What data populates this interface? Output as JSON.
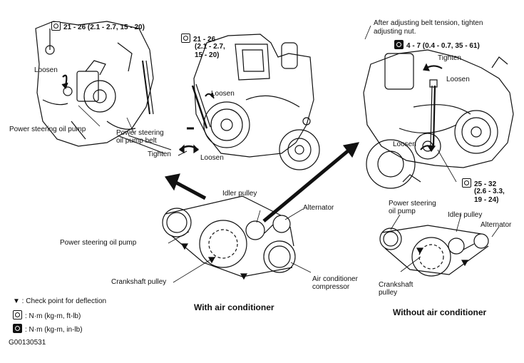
{
  "top_left": {
    "torque": "21 - 26 (2.1 - 2.7, 15 - 20)",
    "loosen": "Loosen",
    "ps_pump": "Power steering oil pump",
    "ps_belt_line1": "Power steering",
    "ps_belt_line2": "oil pump belt",
    "tighten": "Tighten"
  },
  "top_middle": {
    "torque_line1": "21 - 26",
    "torque_line2": "(2.1 - 2.7,",
    "torque_line3": "15 - 20)",
    "loosen_upper": "Loosen",
    "loosen_lower": "Loosen"
  },
  "top_right": {
    "note_line1": "After adjusting belt tension, tighten",
    "note_line2": "adjusting nut.",
    "torque_small": "4 - 7 (0.4 - 0.7, 35 - 61)",
    "tighten": "Tighten",
    "loosen_upper": "Loosen",
    "loosen_lower": "Loosen",
    "torque2_line1": "25 - 32",
    "torque2_line2": "(2.6 - 3.3,",
    "torque2_line3": "19 - 24)"
  },
  "with_ac": {
    "caption": "With air conditioner",
    "idler": "Idler pulley",
    "alternator": "Alternator",
    "ps_pump": "Power steering oil pump",
    "crankshaft": "Crankshaft pulley",
    "ac_line1": "Air conditioner",
    "ac_line2": "compressor"
  },
  "without_ac": {
    "caption": "Without air conditioner",
    "ps_line1": "Power steering",
    "ps_line2": "oil pump",
    "idler": "Idler pulley",
    "alternator": "Alternator",
    "crank_line1": "Crankshaft",
    "crank_line2": "pulley"
  },
  "legend": {
    "checkpoint": "▼ : Check point for deflection",
    "nm_ft": ": N·m (kg-m, ft-lb)",
    "nm_in": ": N·m (kg-m, in-lb)"
  },
  "figure_id": "G00130531"
}
